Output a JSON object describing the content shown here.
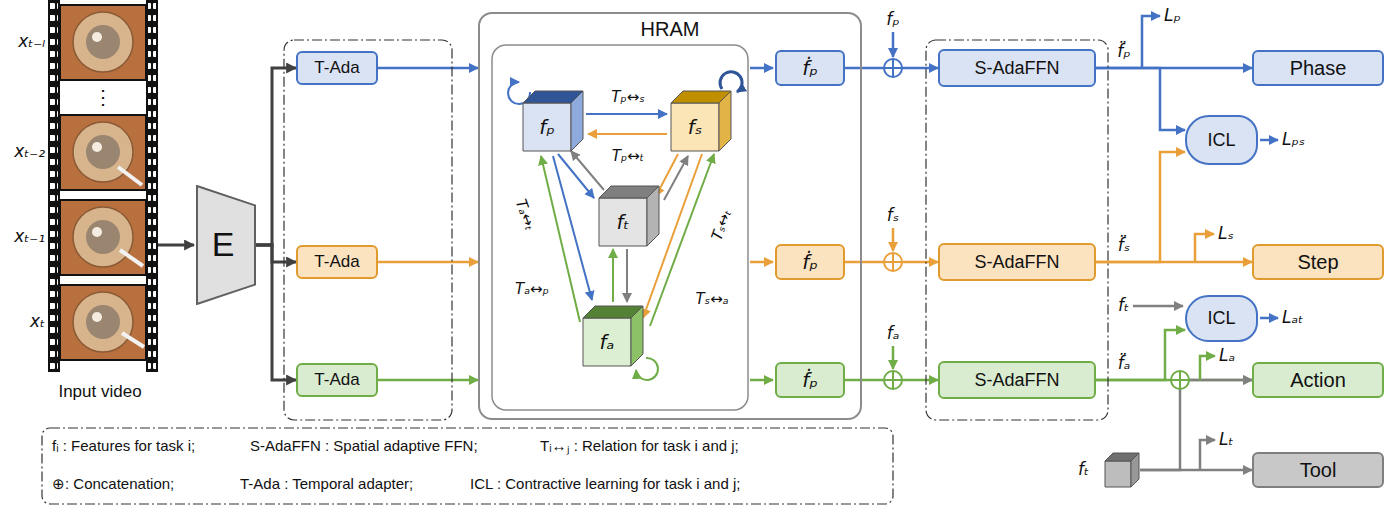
{
  "diagram": {
    "nodes": [
      {
        "text": [
          "E"
        ]
      },
      {
        "text": [
          "T-Ada"
        ]
      },
      {
        "text": [
          "T-Ada"
        ]
      },
      {
        "text": [
          "T-Ada"
        ]
      },
      {
        "text": [
          "HRAM"
        ]
      },
      {
        "text": [
          "fₚ"
        ],
        "in": 4
      },
      {
        "text": [
          "fₛ"
        ],
        "in": 4
      },
      {
        "text": [
          "fₜ"
        ],
        "in": 4
      },
      {
        "text": [
          "fₐ"
        ],
        "in": 4
      },
      {
        "text": [
          "ḟₚ"
        ],
        "in": 4
      },
      {
        "text": [
          "ḟₚ"
        ],
        "in": 4
      },
      {
        "text": [
          "ḟₚ"
        ],
        "in": 4
      },
      {
        "text": [
          "S-AdaFFN"
        ]
      },
      {
        "text": [
          "S-AdaFFN"
        ]
      },
      {
        "text": [
          "S-AdaFFN"
        ]
      },
      {
        "text": [
          "Phase"
        ]
      },
      {
        "text": [
          "ICL"
        ]
      },
      {
        "text": [
          "Step"
        ]
      },
      {
        "text": [
          "ICL"
        ]
      },
      {
        "text": [
          "Action"
        ]
      },
      {
        "text": [
          "Tool"
        ]
      },
      {
        "text": [
          "fₜ"
        ]
      }
    ],
    "edges": [
      {
        "from": 0,
        "to": 1,
        "arrow": "to"
      },
      {
        "from": 0,
        "to": 2,
        "arrow": "to"
      },
      {
        "from": 0,
        "to": 3,
        "arrow": "to"
      },
      {
        "from": 1,
        "to": 4,
        "arrow": "to"
      },
      {
        "from": 2,
        "to": 4,
        "arrow": "to"
      },
      {
        "from": 3,
        "to": 4,
        "arrow": "to"
      },
      {
        "from": 9,
        "to": 12,
        "arrow": "to"
      },
      {
        "from": 10,
        "to": 13,
        "arrow": "to"
      },
      {
        "from": 11,
        "to": 14,
        "arrow": "to"
      },
      {
        "from": 12,
        "to": 15,
        "arrow": "to"
      },
      {
        "from": 12,
        "to": 16,
        "arrow": "to"
      },
      {
        "from": 13,
        "to": 16,
        "arrow": "to"
      },
      {
        "from": 13,
        "to": 17,
        "arrow": "to"
      },
      {
        "from": 14,
        "to": 18,
        "arrow": "to"
      },
      {
        "from": 14,
        "to": 19,
        "arrow": "to"
      },
      {
        "from": 21,
        "to": 19,
        "arrow": "to"
      },
      {
        "from": 21,
        "to": 20,
        "arrow": "to"
      }
    ],
    "labels": [
      "xₜ₋ₗ",
      "⋮",
      "xₜ₋₂",
      "xₜ₋₁",
      "xₜ",
      "Input video",
      "Tₚ↔ₛ",
      "Tₚ↔ₜ",
      "Tₐ↔ₜ",
      "Tₛ↔ₜ",
      "Tₐ↔ₚ",
      "Tₛ↔ₐ",
      "fₚ",
      "fₛ",
      "fₐ",
      "f̈ₚ",
      "Lₚ",
      "Lₚₛ",
      "f̈ₛ",
      "Lₛ",
      "fₜ",
      "Lₐₜ",
      "f̈ₐ",
      "Lₐ",
      "Lₜ"
    ],
    "legend": [
      {
        "text": "fᵢ : Features for task i;"
      },
      {
        "text": "S-AdaFFN : Spatial adaptive FFN;"
      },
      {
        "text": "Tᵢ↔ⱼ : Relation for task i and j;"
      },
      {
        "text": "⊕: Concatenation;"
      },
      {
        "text": "T-Ada : Temporal adapter;"
      },
      {
        "text": "ICL : Contractive learning for task i and j;"
      }
    ]
  }
}
